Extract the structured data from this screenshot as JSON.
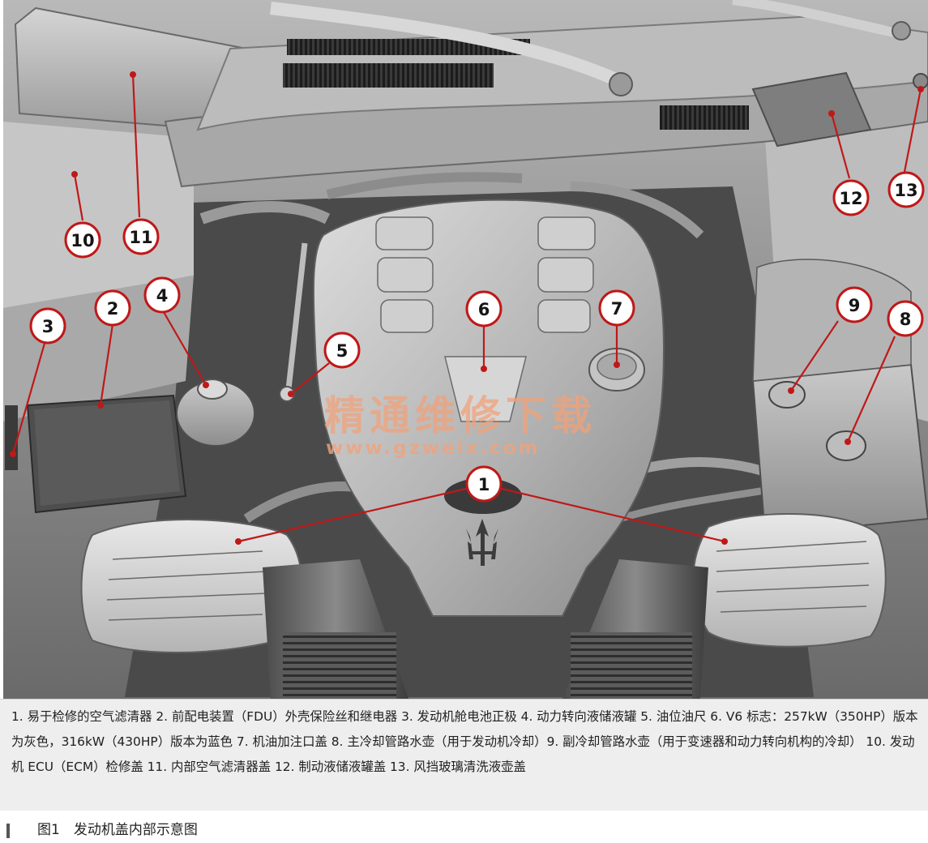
{
  "callouts": [
    {
      "number": "1"
    },
    {
      "number": "2"
    },
    {
      "number": "3"
    },
    {
      "number": "4"
    },
    {
      "number": "5"
    },
    {
      "number": "6"
    },
    {
      "number": "7"
    },
    {
      "number": "8"
    },
    {
      "number": "9"
    },
    {
      "number": "10"
    },
    {
      "number": "11"
    },
    {
      "number": "12"
    },
    {
      "number": "13"
    }
  ],
  "watermark": {
    "text": "精通维修下载",
    "url": "www.gzweix.com"
  },
  "caption": {
    "text": "1. 易于检修的空气滤清器 2. 前配电装置（FDU）外壳保险丝和继电器 3. 发动机舱电池正极 4. 动力转向液储液罐 5. 油位油尺 6. V6 标志：257kW（350HP）版本为灰色，316kW（430HP）版本为蓝色 7. 机油加注口盖 8. 主冷却管路水壶（用于发动机冷却）9. 副冷却管路水壶（用于变速器和动力转向机构的冷却） 10. 发动机 ECU（ECM）检修盖 11. 内部空气滤清器盖 12. 制动液储液罐盖 13. 风挡玻璃清洗液壶盖"
  },
  "figure_title": "图1　发动机盖内部示意图",
  "colors": {
    "callout_ring": "#c01818",
    "leader_line": "#c01818",
    "watermark": "#f0a27a",
    "caption_bg": "#eeeeee"
  }
}
